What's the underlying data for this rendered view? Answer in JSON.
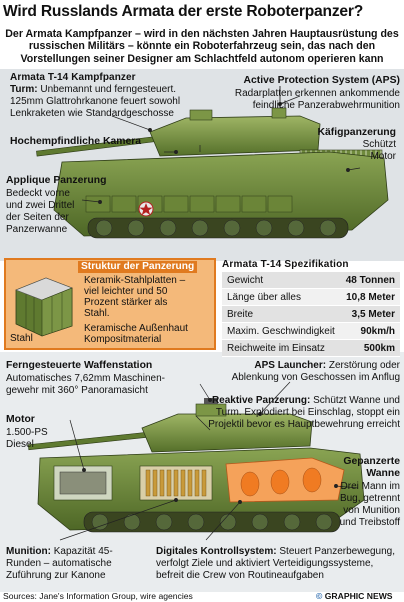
{
  "title": "Wird Russlands Armata der erste Roboterpanzer?",
  "intro": "Der Armata Kampfpanzer – wird in den nächsten Jahren Hauptausrüstung des russischen Militärs – könnte ein Roboterfahrzeug sein, das nach den Vorstellungen seiner Designer am Schlachtfeld autonom operieren kann",
  "top": {
    "heading": "Armata T-14 Kampfpanzer",
    "turm_label": "Turm:",
    "turm_text_1": "Unbemannt und ferngesteuert.",
    "turm_text_2": "125mm Glattrohrkanone feuert sowohl",
    "turm_text_3": "Lenkraketen wie Standardgeschosse",
    "aps_heading": "Active Protection System (APS)",
    "aps_text_1": "Radarplatten erkennen ankommende",
    "aps_text_2": "feindliche Panzerabwehrmunition",
    "kamera": "Hochempfindliche Kamera",
    "kaefig_heading": "Käfigpanzerung",
    "kaefig_text_1": "Schützt",
    "kaefig_text_2": "Motor",
    "applique_heading": "Applique Panzerung",
    "applique_text_1": "Bedeckt vorne",
    "applique_text_2": "und zwei Drittel",
    "applique_text_3": "der Seiten der",
    "applique_text_4": "Panzerwanne"
  },
  "structure": {
    "title": "Struktur der Panzerung",
    "mat1_1": "Keramik-Stahlplatten –",
    "mat1_2": "viel leichter und 50",
    "mat1_3": "Prozent stärker als",
    "mat1_4": "Stahl.",
    "mat2": "Keramische Außenhaut",
    "mat3": "Kompositmaterial",
    "stahl": "Stahl"
  },
  "spec": {
    "title": "Armata T-14 Spezifikation",
    "rows": [
      {
        "label": "Gewicht",
        "value": "48 Tonnen"
      },
      {
        "label": "Länge über alles",
        "value": "10,8 Meter"
      },
      {
        "label": "Breite",
        "value": "3,5 Meter"
      },
      {
        "label": "Maxim. Geschwindigkeit",
        "value": "90km/h"
      },
      {
        "label": "Reichweite im Einsatz",
        "value": "500km"
      }
    ]
  },
  "bottom": {
    "waffen_heading": "Ferngesteuerte Waffenstation",
    "waffen_text_1": "Automatisches 7,62mm Maschinen-",
    "waffen_text_2": "gewehr mit 360° Panoramasicht",
    "aps_launcher_label": "APS Launcher:",
    "aps_launcher_text_1": "Zerstörung oder",
    "aps_launcher_text_2": "Ablenkung von Geschossen im Anflug",
    "reaktiv_label": "Reaktive Panzerung:",
    "reaktiv_text_1": "Schützt Wanne und",
    "reaktiv_text_2": "Turm. Explodiert bei Einschlag, stoppt ein",
    "reaktiv_text_3": "Projektil bevor es Hauptbewehrung erreicht",
    "motor_heading": "Motor",
    "motor_text_1": "1.500-PS",
    "motor_text_2": "Diesel",
    "wanne_heading_1": "Gepanzerte",
    "wanne_heading_2": "Wanne",
    "wanne_text_1": "Drei Mann im",
    "wanne_text_2": "Bug, getrennt",
    "wanne_text_3": "von Munition",
    "wanne_text_4": "und Treibstoff",
    "munition_label": "Munition:",
    "munition_text_1": "Kapazität 45-",
    "munition_text_2": "Runden – automatische",
    "munition_text_3": "Zuführung zur Kanone",
    "digital_label": "Digitales Kontrollsystem:",
    "digital_text_1": "Steuert Panzerbewegung,",
    "digital_text_2": "verfolgt Ziele und aktiviert Verteidigungssysteme,",
    "digital_text_3": "befreit die Crew von Routineaufgaben"
  },
  "sources": "Sources: Jane's Information Group, wire agencies",
  "brand": {
    "mark": "©",
    "name": "GRAPHIC NEWS"
  },
  "colors": {
    "tank_green": "#6f8a3c",
    "armor_orange": "#e07a1f",
    "panel_gray": "#dfe3e6"
  }
}
